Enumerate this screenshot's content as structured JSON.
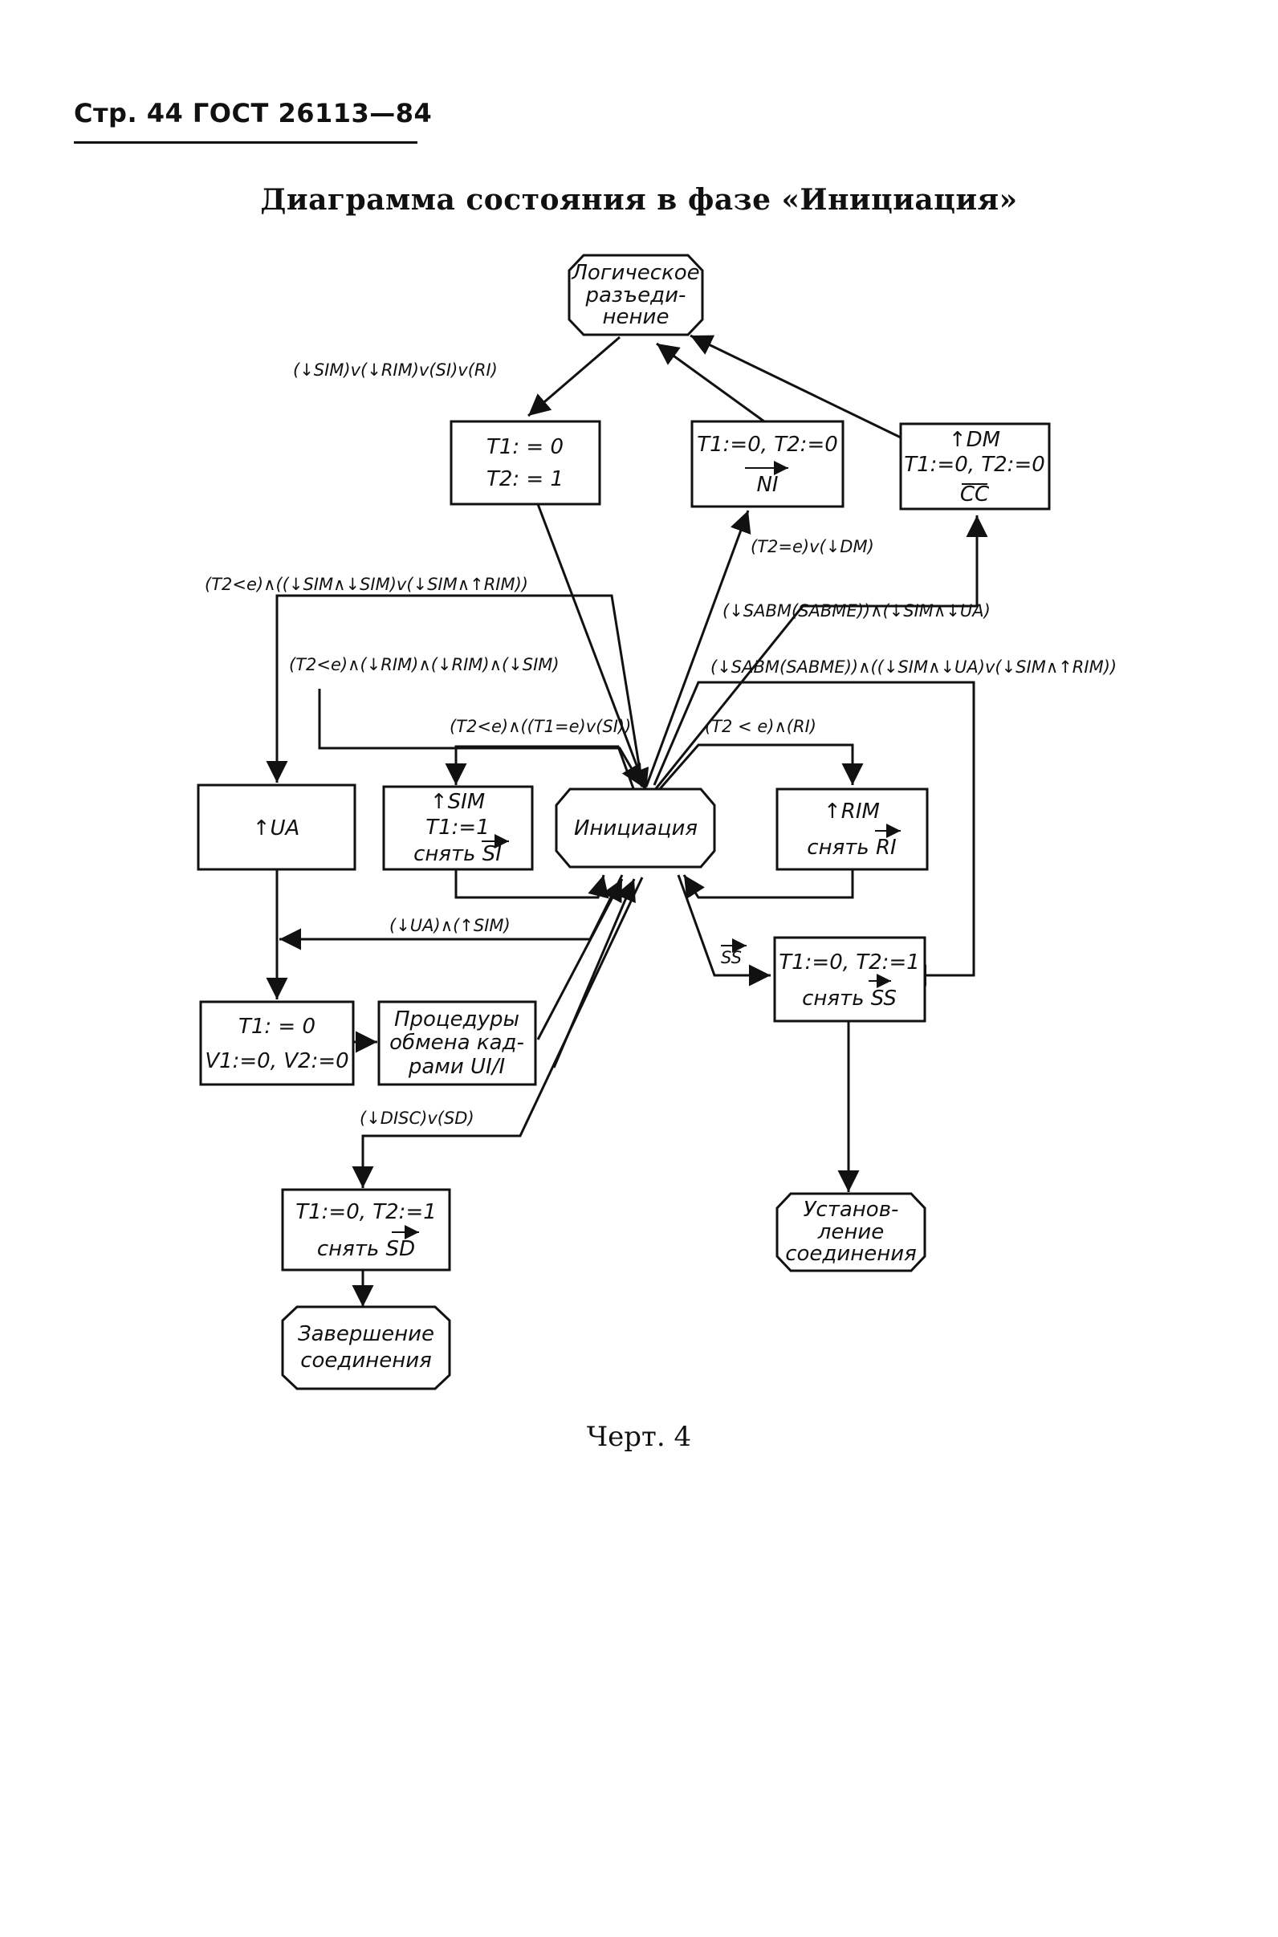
{
  "header": {
    "text": "Стр. 44 ГОСТ 26113—84"
  },
  "title": "Диаграмма состояния в фазе «Инициация»",
  "caption": "Черт. 4",
  "nodes": {
    "logical_disconnect": [
      "Логическое",
      "разъеди-",
      "нение"
    ],
    "t1t2_reset": [
      "T1: = 0",
      "T2: = 1"
    ],
    "ni": [
      "T1:=0, T2:=0",
      "NI"
    ],
    "dm": [
      "↑DM",
      "T1:=0, T2:=0",
      "CC"
    ],
    "ua": [
      "↑UA"
    ],
    "sim": [
      "↑SIM",
      "T1:=1",
      "снять SI"
    ],
    "initiation": [
      "Инициация"
    ],
    "rim": [
      "↑RIM",
      "снять RI"
    ],
    "t1v": [
      "T1: = 0",
      "V1:=0, V2:=0"
    ],
    "ui_exchange": [
      "Процедуры",
      "обмена кад-",
      "рами UI/I"
    ],
    "ss": [
      "T1:=0, T2:=1",
      "снять SS"
    ],
    "sd": [
      "T1:=0,  T2:=1",
      "снять SD"
    ],
    "established": [
      "Установ-",
      "ление",
      "соединения"
    ],
    "completion": [
      "Завершение",
      "соединения"
    ]
  },
  "edge_labels": {
    "e1": "(↓SIM)v(↓RIM)v(SI)v(RI)",
    "e2": "(T2=e)v(↓DM)",
    "e3": "(T2<e)∧((↓SIM∧↓SIM)v(↓SIM∧↑RIM))",
    "e4": "(↓SABM(SABME))∧(↓SIM∧↓UA)",
    "e5": "(T2<e)∧(↓RIM)∧(↓RIM)∧(↓SIM)",
    "e6": "(↓SABM(SABME))∧((↓SIM∧↓UA)v(↓SIM∧↑RIM))",
    "e7": "(T2<e)∧((T1=e)v(SI))",
    "e8": "(T2 < e)∧(RI)",
    "e9": "(↓UA)∧(↑SIM)",
    "e10": "SS",
    "e11": "(↓DISC)v(SD)"
  }
}
